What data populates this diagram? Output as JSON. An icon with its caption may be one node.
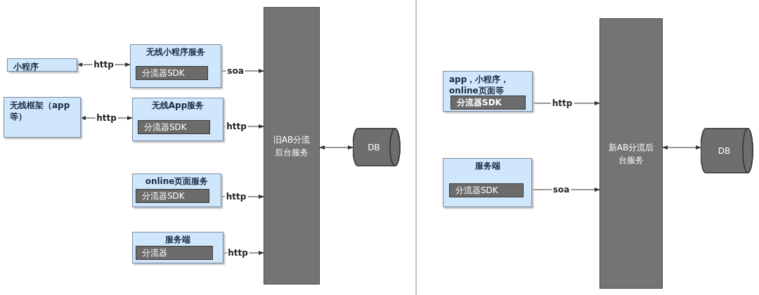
{
  "diagram": {
    "nodes": [
      {
        "text": [
          "小程序"
        ]
      },
      {
        "text": [
          "无线小程序服务"
        ]
      },
      {
        "text": [
          "分流器SDK"
        ],
        "in": 1
      },
      {
        "text": [
          "无线框架（app等）"
        ]
      },
      {
        "text": [
          "无线App服务"
        ]
      },
      {
        "text": [
          "分流器SDK"
        ],
        "in": 4
      },
      {
        "text": [
          "online页面服务"
        ]
      },
      {
        "text": [
          "分流器SDK"
        ],
        "in": 6
      },
      {
        "text": [
          "服务端"
        ]
      },
      {
        "text": [
          "分流器"
        ],
        "in": 8
      },
      {
        "text": [
          "旧AB分流后台服务"
        ]
      },
      {
        "text": [
          "DB"
        ]
      },
      {
        "text": [
          "app，小程序，online页面等"
        ]
      },
      {
        "text": [
          "分流器SDK"
        ],
        "in": 12
      },
      {
        "text": [
          "服务端"
        ]
      },
      {
        "text": [
          "分流器SDK"
        ],
        "in": 14
      },
      {
        "text": [
          "新AB分流后台服务"
        ]
      },
      {
        "text": [
          "DB"
        ]
      }
    ],
    "edges": [
      {
        "from": 0,
        "to": 1,
        "arrow": "both",
        "label": "http"
      },
      {
        "from": 2,
        "to": 10,
        "arrow": "both",
        "label": "soa"
      },
      {
        "from": 3,
        "to": 4,
        "arrow": "both",
        "label": "http"
      },
      {
        "from": 5,
        "to": 10,
        "arrow": "both",
        "label": "http"
      },
      {
        "from": 7,
        "to": 10,
        "arrow": "both",
        "label": "http"
      },
      {
        "from": 9,
        "to": 10,
        "arrow": "both",
        "label": "http"
      },
      {
        "from": 10,
        "to": 11,
        "arrow": "both"
      },
      {
        "from": 13,
        "to": 16,
        "arrow": "both",
        "label": "http"
      },
      {
        "from": 15,
        "to": 16,
        "arrow": "both",
        "label": "soa"
      },
      {
        "from": 16,
        "to": 17,
        "arrow": "both"
      }
    ]
  }
}
